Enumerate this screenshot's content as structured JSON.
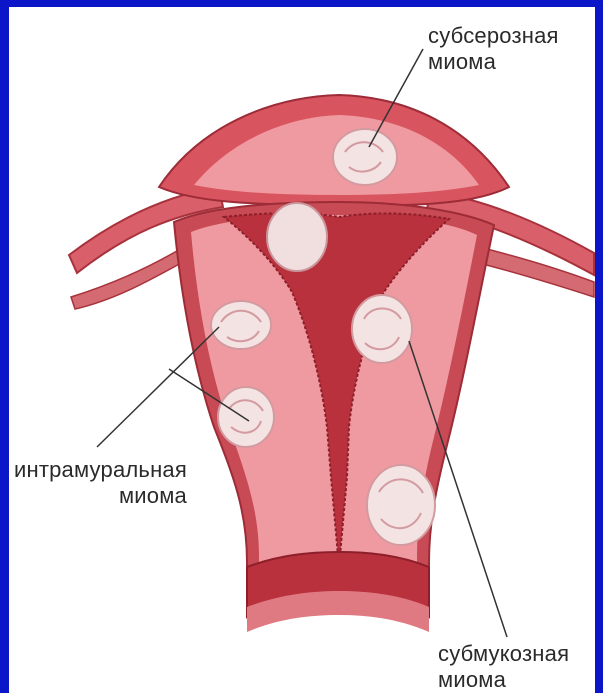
{
  "labels": {
    "subserous": {
      "line1": "субсерозная",
      "line2": "миома"
    },
    "intramural": {
      "line1": "интрамуральная",
      "line2": "миома"
    },
    "submucous": {
      "line1": "субмукозная",
      "line2": "миома"
    }
  },
  "colors": {
    "frame_border": "#0a16c8",
    "tissue_outer": "#c84a55",
    "tissue_inner": "#ef9aa0",
    "cavity": "#b8313d",
    "fibroid": "#f4e3e3",
    "leader_line": "#333333"
  }
}
